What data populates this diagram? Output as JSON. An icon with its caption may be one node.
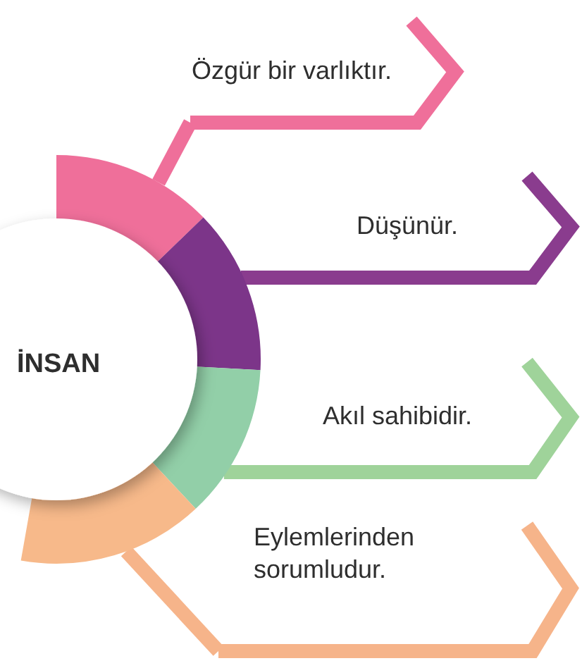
{
  "diagram": {
    "nodes": [
      {
        "text": [
          "İNSAN"
        ]
      },
      {
        "text": [
          "Özgür bir varlıktır."
        ]
      },
      {
        "text": [
          "Düşünür."
        ]
      },
      {
        "text": [
          "Akıl sahibidir."
        ]
      },
      {
        "text": [
          "Eylemlerinden sorumludur."
        ]
      }
    ],
    "edges": [
      {
        "from": 0,
        "to": 1,
        "arrow": "none",
        "color": "#ef6f9a"
      },
      {
        "from": 0,
        "to": 2,
        "arrow": "none",
        "color": "#8a3c8e"
      },
      {
        "from": 0,
        "to": 3,
        "arrow": "none",
        "color": "#9fd39a"
      },
      {
        "from": 0,
        "to": 4,
        "arrow": "none",
        "color": "#f6b48a"
      }
    ]
  }
}
